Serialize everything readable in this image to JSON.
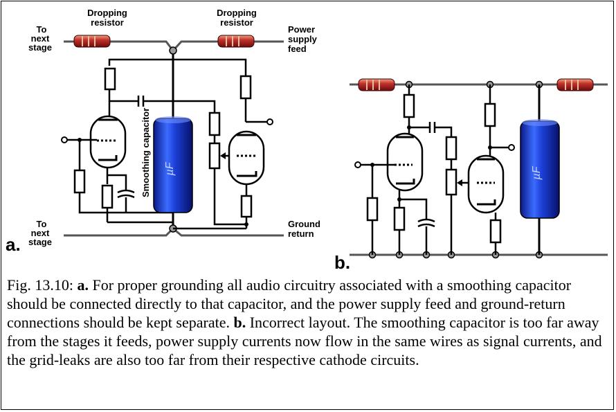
{
  "figure": {
    "panel_a": {
      "label": "a.",
      "to_next_stage_top": [
        "To",
        "next",
        "stage"
      ],
      "dropping_resistor_left": [
        "Dropping",
        "resistor"
      ],
      "dropping_resistor_right": [
        "Dropping",
        "resistor"
      ],
      "power_supply_feed": [
        "Power",
        "supply",
        "feed"
      ],
      "smoothing_capacitor": "Smoothing capacitor",
      "capacitor_marking": "µF",
      "to_next_stage_bottom": [
        "To",
        "next",
        "stage"
      ],
      "ground_return": [
        "Ground",
        "return"
      ]
    },
    "panel_b": {
      "label": "b.",
      "capacitor_marking": "µF"
    }
  },
  "caption": {
    "fig_number": "Fig. 13.10: ",
    "a_label": "a.",
    "a_text": " For proper grounding all audio circuitry associated with a smoothing capacitor should be connected directly to that capacitor, and the power supply feed and ground-return connections should be kept separate. ",
    "b_label": "b.",
    "b_text": " Incorrect layout. The smoothing capacitor is too far away from the stages it feeds, power supply currents now flow in the same wires as signal currents, and the grid-leaks are also too far from their respective cathode circuits."
  }
}
